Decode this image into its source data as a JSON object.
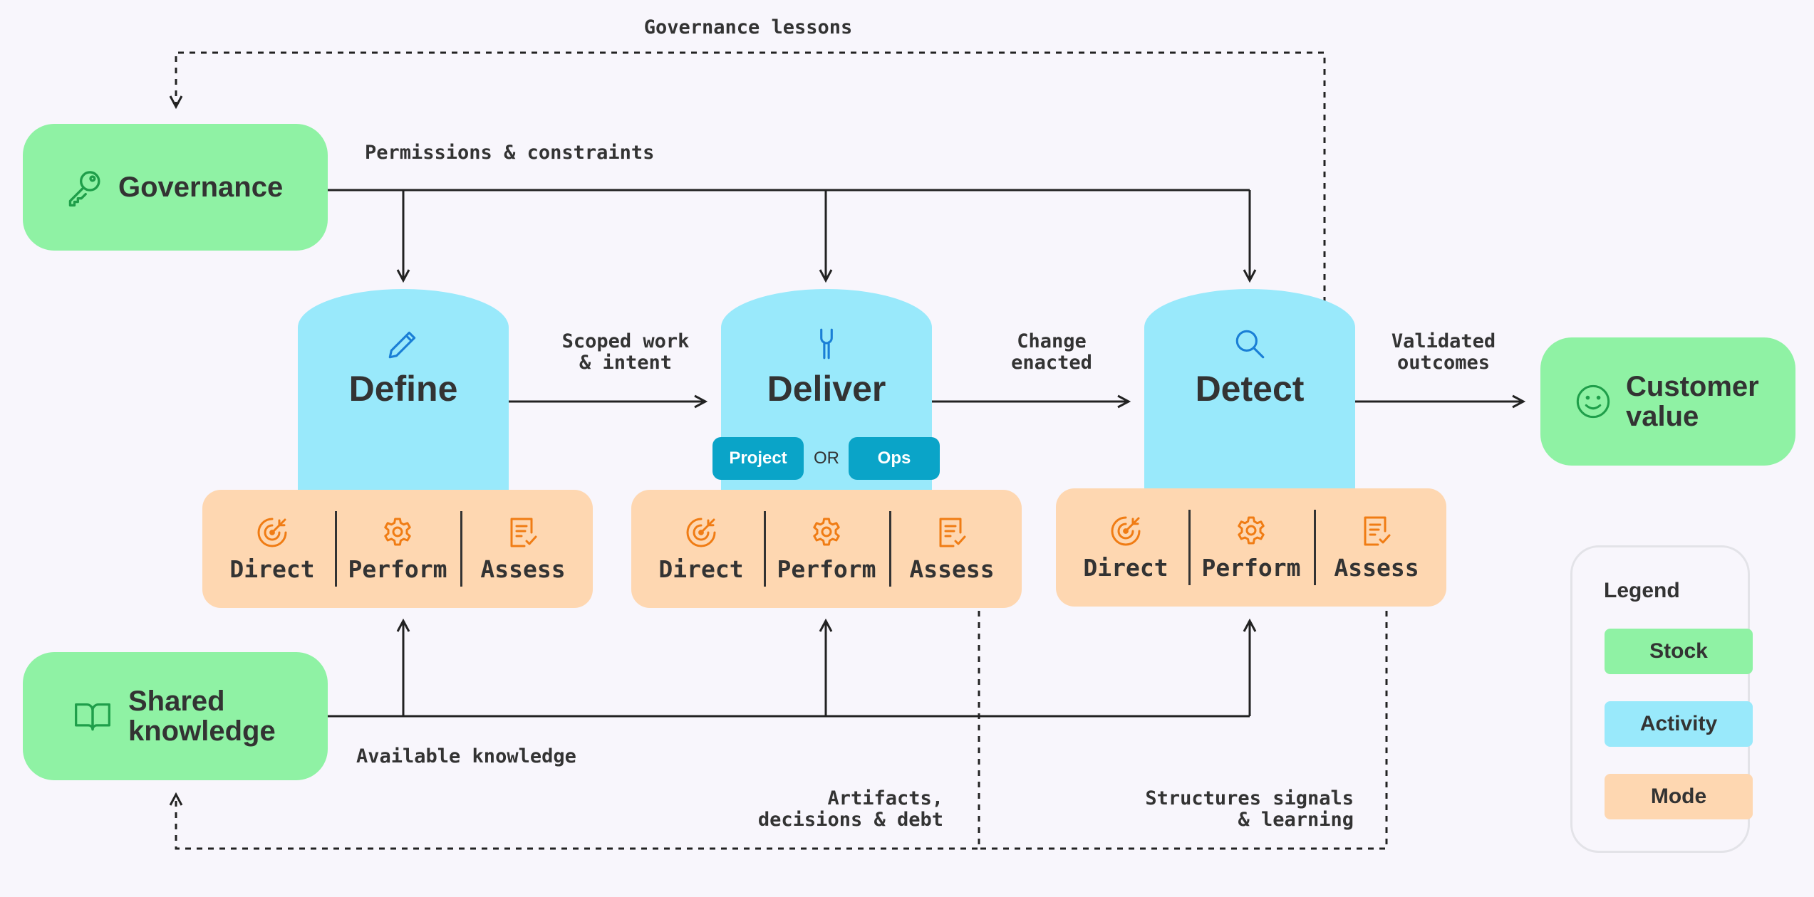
{
  "flows": {
    "governance_lessons": "Governance lessons",
    "permissions": "Permissions & constraints",
    "scoped_work": "Scoped work\n& intent",
    "change_enacted": "Change\nenacted",
    "validated_outcomes": "Validated\noutcomes",
    "available_knowledge": "Available knowledge",
    "artifacts": "Artifacts,\ndecisions & debt",
    "structures_signals": "Structures signals\n& learning"
  },
  "stocks": {
    "governance": {
      "label": "Governance",
      "icon": "key-icon"
    },
    "shared_knowledge": {
      "label": "Shared\nknowledge",
      "icon": "book-icon"
    },
    "customer_value": {
      "label": "Customer\nvalue",
      "icon": "smiley-icon"
    }
  },
  "activities": {
    "define": {
      "label": "Define",
      "icon": "pencil-icon"
    },
    "deliver": {
      "label": "Deliver",
      "icon": "wrench-icon",
      "pill_project": "Project",
      "or_text": "OR",
      "pill_ops": "Ops"
    },
    "detect": {
      "label": "Detect",
      "icon": "magnifier-icon"
    }
  },
  "modes": {
    "direct": {
      "label": "Direct",
      "icon": "target-icon"
    },
    "perform": {
      "label": "Perform",
      "icon": "gear-icon"
    },
    "assess": {
      "label": "Assess",
      "icon": "checklist-icon"
    }
  },
  "legend": {
    "title": "Legend",
    "items": [
      {
        "label": "Stock",
        "color": "#8ff2a4"
      },
      {
        "label": "Activity",
        "color": "#99e9fb"
      },
      {
        "label": "Mode",
        "color": "#fed7b1"
      }
    ]
  },
  "colors": {
    "stock": "#8ff2a4",
    "activity": "#99e9fb",
    "mode": "#fed7b1",
    "pill": "#0aa4c8",
    "stock_icon": "#1f9e4a",
    "activity_icon": "#1a7fd6",
    "mode_icon": "#f07c14",
    "line": "#222222"
  }
}
